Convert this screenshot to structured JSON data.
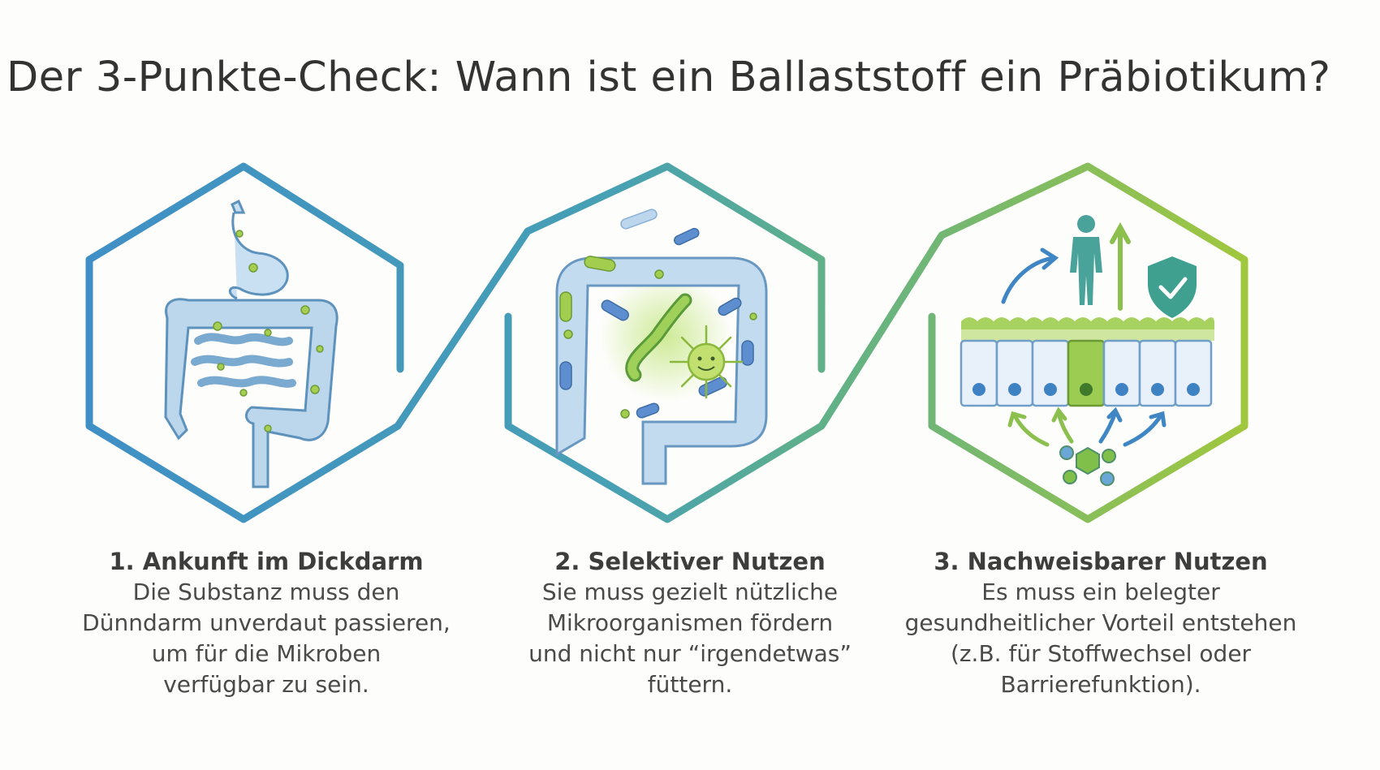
{
  "title": "Der 3-Punkte-Check: Wann ist ein Ballaststoff ein Präbiotikum?",
  "colors": {
    "blue": "#3f8fc6",
    "teal": "#4aa6a0",
    "green": "#9cc63a",
    "text": "#3a3a3a"
  },
  "steps": [
    {
      "heading": "1. Ankunft im Dickdarm",
      "lines": [
        "Die Substanz muss den",
        "Dünndarm unverdaut passieren,",
        "um für die Mikroben",
        "verfügbar zu sein."
      ],
      "icon": "intestine-icon"
    },
    {
      "heading": "2. Selektiver Nutzen",
      "lines": [
        "Sie muss gezielt nützliche",
        "Mikroorganismen fördern",
        "und nicht nur “irgendetwas”",
        "füttern."
      ],
      "icon": "colon-microbes-icon"
    },
    {
      "heading": "3. Nachweisbarer Nutzen",
      "lines": [
        "Es muss ein belegter",
        "gesundheitlicher Vorteil entstehen",
        "(z.B. für Stoffwechsel oder",
        "Barrierefunktion)."
      ],
      "icon": "gut-barrier-health-icon"
    }
  ]
}
